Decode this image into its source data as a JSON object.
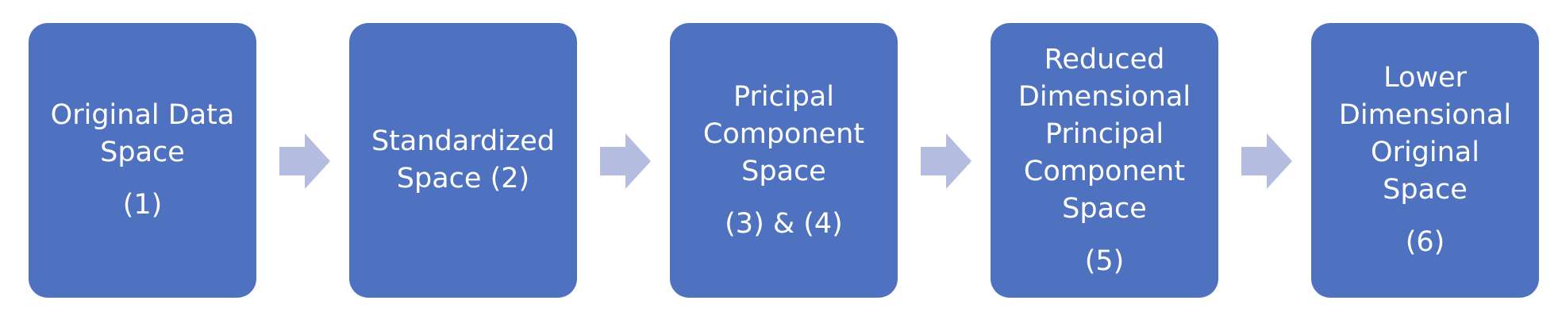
{
  "colors": {
    "box_fill": "#4e72c0",
    "arrow_fill": "#b4bddf",
    "text": "#ffffff"
  },
  "steps": [
    {
      "lines": [
        "Original Data",
        "Space"
      ],
      "number": "(1)"
    },
    {
      "lines": [
        "Standardized",
        "Space (2)"
      ],
      "number": ""
    },
    {
      "lines": [
        "Pricipal",
        "Component",
        "Space"
      ],
      "number": "(3) & (4)"
    },
    {
      "lines": [
        "Reduced",
        "Dimensional",
        "Principal",
        "Component",
        "Space"
      ],
      "number": "(5)"
    },
    {
      "lines": [
        "Lower",
        "Dimensional",
        "Original",
        "Space"
      ],
      "number": "(6)"
    }
  ],
  "arrows": [
    {
      "icon": "right-arrow-icon"
    },
    {
      "icon": "right-arrow-icon"
    },
    {
      "icon": "right-arrow-icon"
    },
    {
      "icon": "right-arrow-icon"
    }
  ]
}
